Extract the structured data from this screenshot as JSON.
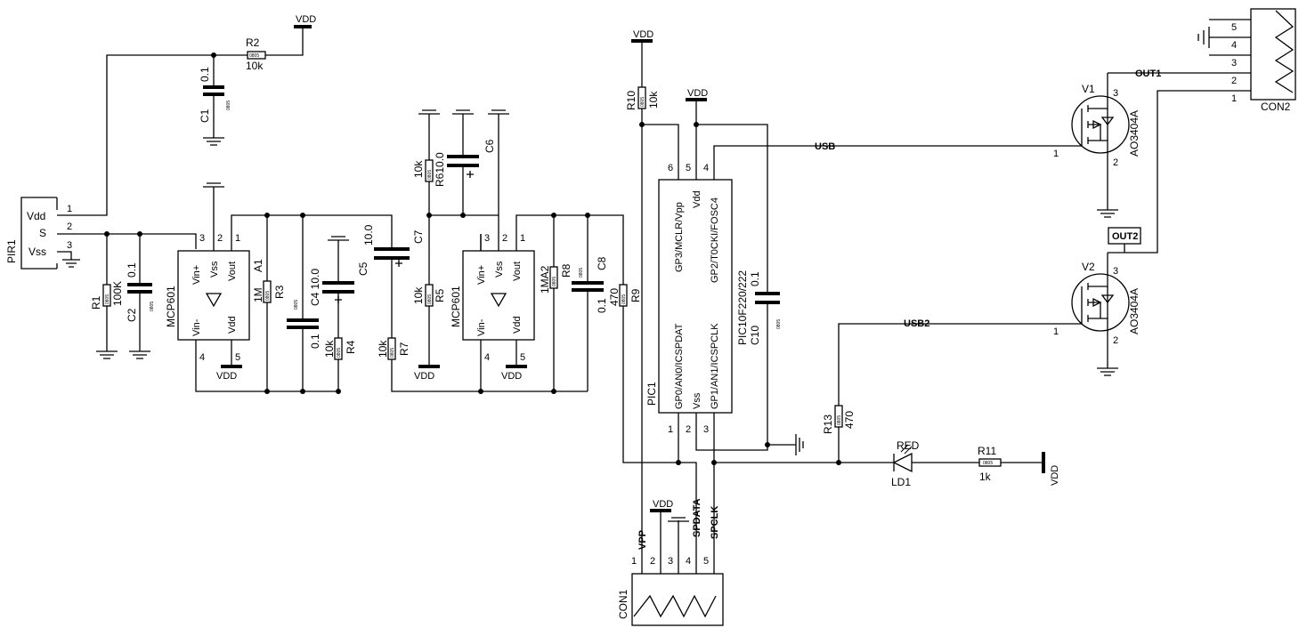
{
  "components": {
    "pir1": {
      "ref": "PIR1",
      "pins": [
        "Vdd",
        "S",
        "Vss"
      ],
      "nums": [
        "1",
        "2",
        "3"
      ]
    },
    "r1": {
      "ref": "R1",
      "value": "100K"
    },
    "r2": {
      "ref": "R2",
      "value": "10k"
    },
    "r3": {
      "ref": "R3",
      "value": "1M"
    },
    "r4": {
      "ref": "R4",
      "value": "10k"
    },
    "r5": {
      "ref": "R5",
      "value": "10k"
    },
    "r6": {
      "ref": "R6",
      "value": "10k"
    },
    "r7": {
      "ref": "R7",
      "value": "10k"
    },
    "r8": {
      "ref": "R8",
      "value": "1MA2"
    },
    "r9": {
      "ref": "R9",
      "value": "470"
    },
    "r10": {
      "ref": "R10",
      "value": "10k"
    },
    "r11": {
      "ref": "R11",
      "value": "1k"
    },
    "r13": {
      "ref": "R13",
      "value": "470"
    },
    "c1": {
      "ref": "C1",
      "value": "0.1"
    },
    "c2": {
      "ref": "C2",
      "value": "0.1"
    },
    "c4": {
      "ref": "C4",
      "value": "10.0"
    },
    "c4b": {
      "value": "0.1"
    },
    "c5": {
      "ref": "C5",
      "value": "10.0"
    },
    "c6": {
      "ref": "C6",
      "value": "10.0"
    },
    "c7": {
      "ref": "C7",
      "value": "10.0"
    },
    "c8": {
      "ref": "C8",
      "value": "0.1"
    },
    "c10": {
      "ref": "C10",
      "value": "0.1"
    },
    "a1": {
      "ref": "A1",
      "part": "MCP601",
      "pins": [
        "Vin+",
        "Vss",
        "Vout",
        "Vin-",
        "Vdd"
      ]
    },
    "a2": {
      "part": "MCP601",
      "pins": [
        "Vin+",
        "Vss",
        "Vout",
        "Vin-",
        "Vdd"
      ]
    },
    "pic1": {
      "ref": "PIC1",
      "part": "PIC10F220/222",
      "pins": [
        "GP3/MCLR/Vpp",
        "Vdd",
        "GP2/T0CKI/FOSC4",
        "GP0/AN0/ICSPDAT",
        "Vss",
        "GP1/AN1/ICSPCLK"
      ]
    },
    "v1": {
      "ref": "V1",
      "part": "AO3404A"
    },
    "v2": {
      "ref": "V2",
      "part": "AO3404A"
    },
    "ld1": {
      "ref": "LD1",
      "color": "RED"
    },
    "con1": {
      "ref": "CON1",
      "pins": [
        "1",
        "2",
        "3",
        "4",
        "5"
      ]
    },
    "con2": {
      "ref": "CON2",
      "pins": [
        "5",
        "4",
        "3",
        "2",
        "1"
      ]
    }
  },
  "nets": {
    "vdd": "VDD",
    "vpp": "VPP",
    "spdata": "SPDATA",
    "spclk": "SPCLK",
    "usb": "USB",
    "usb2": "USB2",
    "out1": "OUT1",
    "out2": "OUT2"
  },
  "package": "0805",
  "pin_numbers": {
    "n1": "1",
    "n2": "2",
    "n3": "3",
    "n4": "4",
    "n5": "5",
    "n6": "6"
  }
}
